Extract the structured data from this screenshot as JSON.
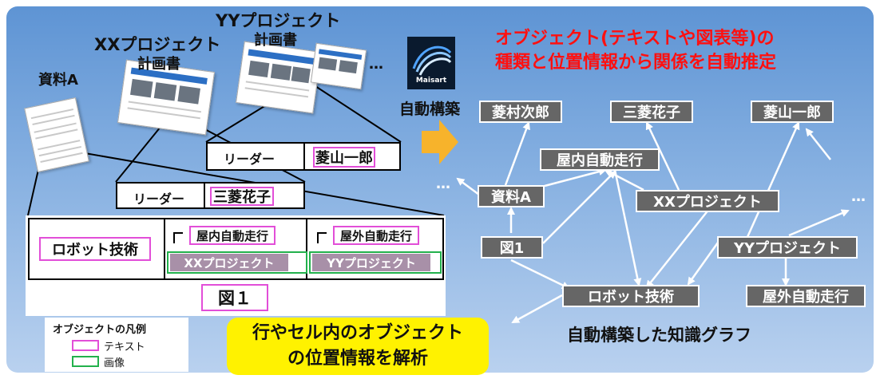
{
  "colors": {
    "panel_top": "#5e94d4",
    "panel_bottom": "#b9d1ef",
    "node_fill": "#666666",
    "headline": "#ff1010",
    "highlight": "#fff200",
    "text_outline": "#e24ed8",
    "image_outline": "#22b14c",
    "arrow": "#f7b32b"
  },
  "left": {
    "doc_a_label": "資料A",
    "xx_plan_line1": "XXプロジェクト",
    "xx_plan_line2": "計画書",
    "yy_plan_line1": "YYプロジェクト",
    "yy_plan_line2": "計画書",
    "ellipsis": "…",
    "leader_row_1": {
      "key": "リーダー",
      "value": "菱山一郎"
    },
    "leader_row_2": {
      "key": "リーダー",
      "value": "三菱花子"
    },
    "table": {
      "main_label": "ロボット技術",
      "sub1": "屋内自動走行",
      "sub2": "屋外自動走行",
      "proj1": "XXプロジェクト",
      "proj2": "YYプロジェクト",
      "figure_label": "図１"
    },
    "legend": {
      "title": "オブジェクトの凡例",
      "text_item": "テキスト",
      "image_item": "画像"
    },
    "callout_line1": "行やセル内のオブジェクト",
    "callout_line2": "の位置情報を解析"
  },
  "middle": {
    "logo_text": "Maisart",
    "auto_build_label": "自動構築"
  },
  "right": {
    "headline_line1": "オブジェクト(テキストや図表等)の",
    "headline_line2": "種類と位置情報から関係を自動推定",
    "graph_caption": "自動構築した知識グラフ",
    "ellipsis_left": "…",
    "ellipsis_right": "…",
    "nodes": {
      "n_hishimura": "菱村次郎",
      "n_hanako": "三菱花子",
      "n_ichiro": "菱山一郎",
      "n_indoor": "屋内自動走行",
      "n_doc_a": "資料A",
      "n_xx": "XXプロジェクト",
      "n_fig1": "図1",
      "n_yy": "YYプロジェクト",
      "n_robot": "ロボット技術",
      "n_outdoor": "屋外自動走行"
    }
  }
}
